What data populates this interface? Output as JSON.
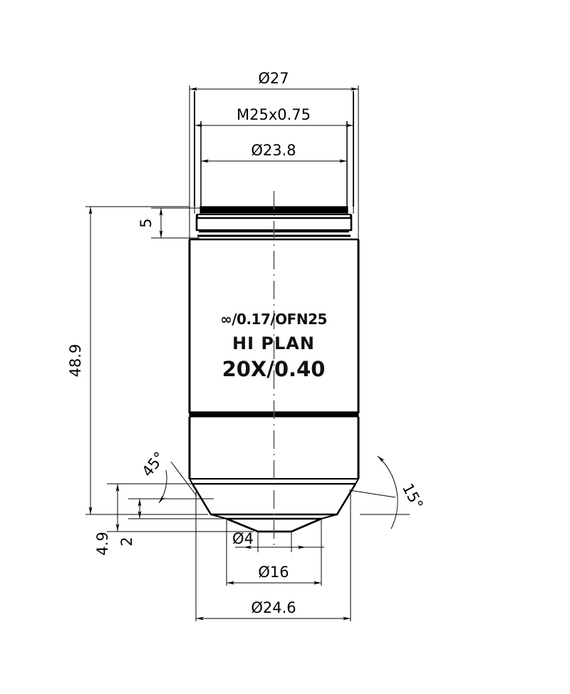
{
  "drawing": {
    "title": "Microscope Objective Technical Drawing",
    "view": "front-section-elevation",
    "units": "mm",
    "line_color": "#000000",
    "background_color": "#ffffff",
    "centerline_style": "dash-dot"
  },
  "engraving": {
    "line1": "∞/0.17/OFN25",
    "line2": "HI PLAN",
    "line3": "20X/0.40"
  },
  "dimensions": {
    "top": [
      {
        "id": "outer-diameter",
        "label": "Ø27",
        "value": 27,
        "type": "diameter",
        "placement": "top"
      },
      {
        "id": "thread-spec",
        "label": "M25x0.75",
        "value": 25,
        "type": "thread",
        "placement": "top"
      },
      {
        "id": "thread-minor-diameter",
        "label": "Ø23.8",
        "value": 23.8,
        "type": "diameter",
        "placement": "top"
      }
    ],
    "left": [
      {
        "id": "thread-length",
        "label": "5",
        "value": 5,
        "type": "linear",
        "placement": "left"
      },
      {
        "id": "overall-length",
        "label": "48.9",
        "value": 48.9,
        "type": "linear",
        "placement": "left"
      },
      {
        "id": "front-offset",
        "label": "4.9",
        "value": 4.9,
        "type": "linear",
        "placement": "left"
      },
      {
        "id": "front-lens-offset",
        "label": "2",
        "value": 2,
        "type": "linear",
        "placement": "left"
      }
    ],
    "angles": [
      {
        "id": "chamfer-angle-left",
        "label": "45°",
        "value": 45,
        "type": "angle",
        "placement": "left"
      },
      {
        "id": "cone-angle-right",
        "label": "15°",
        "value": 15,
        "type": "angle",
        "placement": "right"
      }
    ],
    "bottom": [
      {
        "id": "front-aperture-diameter",
        "label": "Ø4",
        "value": 4,
        "type": "diameter",
        "placement": "bottom"
      },
      {
        "id": "front-lens-mount-diameter",
        "label": "Ø16",
        "value": 16,
        "type": "diameter",
        "placement": "bottom"
      },
      {
        "id": "barrel-bottom-diameter",
        "label": "Ø24.6",
        "value": 24.6,
        "type": "diameter",
        "placement": "bottom"
      }
    ]
  }
}
